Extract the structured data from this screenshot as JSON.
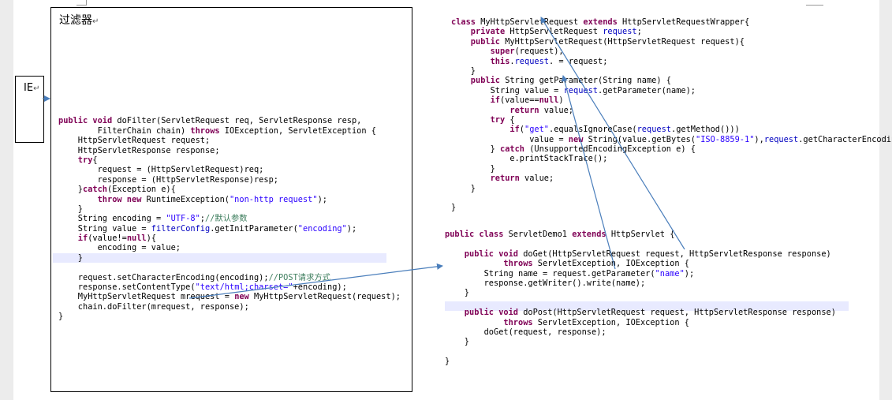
{
  "filter_box": {
    "title": "过滤器"
  },
  "ie_box": {
    "label": "IE"
  },
  "paragraph_mark": "↵",
  "code_filter": [
    [],
    [
      [
        "kw",
        "public "
      ],
      [
        "kw",
        "void "
      ],
      [
        "",
        "doFilter(ServletRequest req, ServletResponse resp,"
      ]
    ],
    [
      [
        "",
        "        FilterChain chain) "
      ],
      [
        "kw",
        "throws "
      ],
      [
        "",
        "IOException, ServletException {"
      ]
    ],
    [
      [
        "",
        "    HttpServletRequest request;"
      ]
    ],
    [
      [
        "",
        "    HttpServletResponse response;"
      ]
    ],
    [
      [
        "kw",
        "    try"
      ],
      [
        "",
        "{"
      ]
    ],
    [
      [
        "",
        "        request = (HttpServletRequest)req;"
      ]
    ],
    [
      [
        "",
        "        response = (HttpServletResponse)resp;"
      ]
    ],
    [
      [
        "",
        "    }"
      ],
      [
        "kw",
        "catch"
      ],
      [
        "",
        "(Exception e){"
      ]
    ],
    [
      [
        "kw",
        "        throw new "
      ],
      [
        "",
        "RuntimeException("
      ],
      [
        "str",
        "\"non-http request\""
      ],
      [
        "",
        ");"
      ]
    ],
    [
      [
        "",
        "    }"
      ]
    ],
    [
      [
        "",
        "    String encoding = "
      ],
      [
        "str",
        "\"UTF-8\""
      ],
      [
        "",
        ";"
      ],
      [
        "cmt",
        "//默认参数"
      ]
    ],
    [
      [
        "",
        "    String value = "
      ],
      [
        "fld",
        "filterConfig"
      ],
      [
        "",
        ".getInitParameter("
      ],
      [
        "str",
        "\"encoding\""
      ],
      [
        "",
        ");"
      ]
    ],
    [
      [
        "kw",
        "    if"
      ],
      [
        "",
        "(value!="
      ],
      [
        "kw",
        "null"
      ],
      [
        "",
        "){"
      ]
    ],
    [
      [
        "",
        "        encoding = value;"
      ]
    ],
    [
      [
        "",
        "    }"
      ]
    ],
    [],
    [
      [
        "",
        "    request.setCharacterEncoding(encoding);"
      ],
      [
        "cmt",
        "//POST请求方式"
      ]
    ],
    [
      [
        "",
        "    response.setContentType("
      ],
      [
        "str",
        "\"text/html;charset=\""
      ],
      [
        "",
        "+encoding);"
      ]
    ],
    [
      [
        "",
        "    MyHttpServletRequest mrequest = "
      ],
      [
        "kw",
        "new "
      ],
      [
        "",
        "MyHttpServletRequest(request);"
      ]
    ],
    [
      [
        "",
        "    chain.doFilter(mrequest, response);"
      ]
    ],
    [
      [
        "",
        "}"
      ]
    ]
  ],
  "code_wrapper": [
    [
      [
        "kw",
        "class "
      ],
      [
        "",
        "MyHttpServletRequest "
      ],
      [
        "kw",
        "extends "
      ],
      [
        "",
        "HttpServletRequestWrapper{"
      ]
    ],
    [
      [
        "kw",
        "    private "
      ],
      [
        "",
        "HttpServletRequest "
      ],
      [
        "fld",
        "request"
      ],
      [
        "",
        ";"
      ]
    ],
    [
      [
        "kw",
        "    public "
      ],
      [
        "",
        "MyHttpServletRequest(HttpServletRequest request){"
      ]
    ],
    [
      [
        "kw",
        "        super"
      ],
      [
        "",
        "(request);"
      ]
    ],
    [
      [
        "kw",
        "        this"
      ],
      [
        "",
        "."
      ],
      [
        "fld",
        "request"
      ],
      [
        "",
        ". = request;"
      ]
    ],
    [
      [
        "",
        "    }"
      ]
    ],
    [
      [
        "kw",
        "    public "
      ],
      [
        "",
        "String getParameter(String name) {"
      ]
    ],
    [
      [
        "",
        "        String value = "
      ],
      [
        "fld",
        "request"
      ],
      [
        "",
        ".getParameter(name);"
      ]
    ],
    [
      [
        "kw",
        "        if"
      ],
      [
        "",
        "(value=="
      ],
      [
        "kw",
        "null"
      ],
      [
        "",
        ")"
      ]
    ],
    [
      [
        "kw",
        "            return "
      ],
      [
        "",
        "value;"
      ]
    ],
    [
      [
        "kw",
        "        try "
      ],
      [
        "",
        "{"
      ]
    ],
    [
      [
        "kw",
        "            if"
      ],
      [
        "",
        "("
      ],
      [
        "str",
        "\"get\""
      ],
      [
        "",
        ".equalsIgnoreCase("
      ],
      [
        "fld",
        "request"
      ],
      [
        "",
        ".getMethod()))"
      ]
    ],
    [
      [
        "",
        "                value = "
      ],
      [
        "kw",
        "new "
      ],
      [
        "",
        "String(value.getBytes("
      ],
      [
        "str",
        "\"ISO-8859-1\""
      ],
      [
        "",
        "),"
      ],
      [
        "fld",
        "request"
      ],
      [
        "",
        ".getCharacterEncoding());"
      ]
    ],
    [
      [
        "",
        "        } "
      ],
      [
        "kw",
        "catch "
      ],
      [
        "",
        "(UnsupportedEncodingException e) {"
      ]
    ],
    [
      [
        "",
        "            e.printStackTrace();"
      ]
    ],
    [
      [
        "",
        "        }"
      ]
    ],
    [
      [
        "kw",
        "        return "
      ],
      [
        "",
        "value;"
      ]
    ],
    [
      [
        "",
        "    }"
      ]
    ],
    [],
    [
      [
        "",
        "}"
      ]
    ]
  ],
  "code_servlet": [
    [
      [
        "kw",
        "public "
      ],
      [
        "kw",
        "class "
      ],
      [
        "",
        "ServletDemo1 "
      ],
      [
        "kw",
        "extends "
      ],
      [
        "",
        "HttpServlet {"
      ]
    ],
    [],
    [
      [
        "kw",
        "    public "
      ],
      [
        "kw",
        "void "
      ],
      [
        "",
        "doGet(HttpServletRequest request, HttpServletResponse response)"
      ]
    ],
    [
      [
        "kw",
        "            throws "
      ],
      [
        "",
        "ServletException, IOException {"
      ]
    ],
    [
      [
        "",
        "        String name = request.getParameter("
      ],
      [
        "str",
        "\"name\""
      ],
      [
        "",
        ");"
      ]
    ],
    [
      [
        "",
        "        response.getWriter().write(name);"
      ]
    ],
    [
      [
        "",
        "    }"
      ]
    ],
    [],
    [
      [
        "kw",
        "    public "
      ],
      [
        "kw",
        "void "
      ],
      [
        "",
        "doPost(HttpServletRequest request, HttpServletResponse response)"
      ]
    ],
    [
      [
        "kw",
        "            throws "
      ],
      [
        "",
        "ServletException, IOException {"
      ]
    ],
    [
      [
        "",
        "        doGet(request, response);"
      ]
    ],
    [
      [
        "",
        "    }"
      ]
    ],
    [],
    [
      [
        "",
        "}"
      ]
    ]
  ],
  "colors": {
    "arrow": "#4a7ebb",
    "keyword": "#7f0055",
    "string": "#2a00ff",
    "field": "#0000c0",
    "comment": "#3f7f5f",
    "highlight": "#e8eaff"
  }
}
